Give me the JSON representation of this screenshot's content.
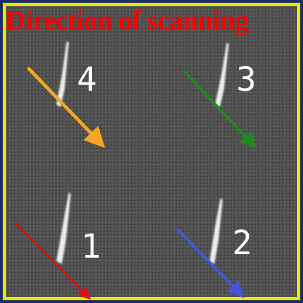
{
  "title": "Direction of scanning",
  "colors": {
    "frame_outer": "#1b2b63",
    "frame_border": "#e6e600",
    "background": "#555555",
    "title": "#ff0000",
    "streak": "#ffffff"
  },
  "panels": [
    {
      "label": "4",
      "arrow_color": "#f5a623",
      "arrow_name": "orange-arrow"
    },
    {
      "label": "3",
      "arrow_color": "#1e8a1e",
      "arrow_name": "green-arrow"
    },
    {
      "label": "1",
      "arrow_color": "#e01010",
      "arrow_name": "red-arrow"
    },
    {
      "label": "2",
      "arrow_color": "#4455dd",
      "arrow_name": "blue-arrow"
    }
  ]
}
